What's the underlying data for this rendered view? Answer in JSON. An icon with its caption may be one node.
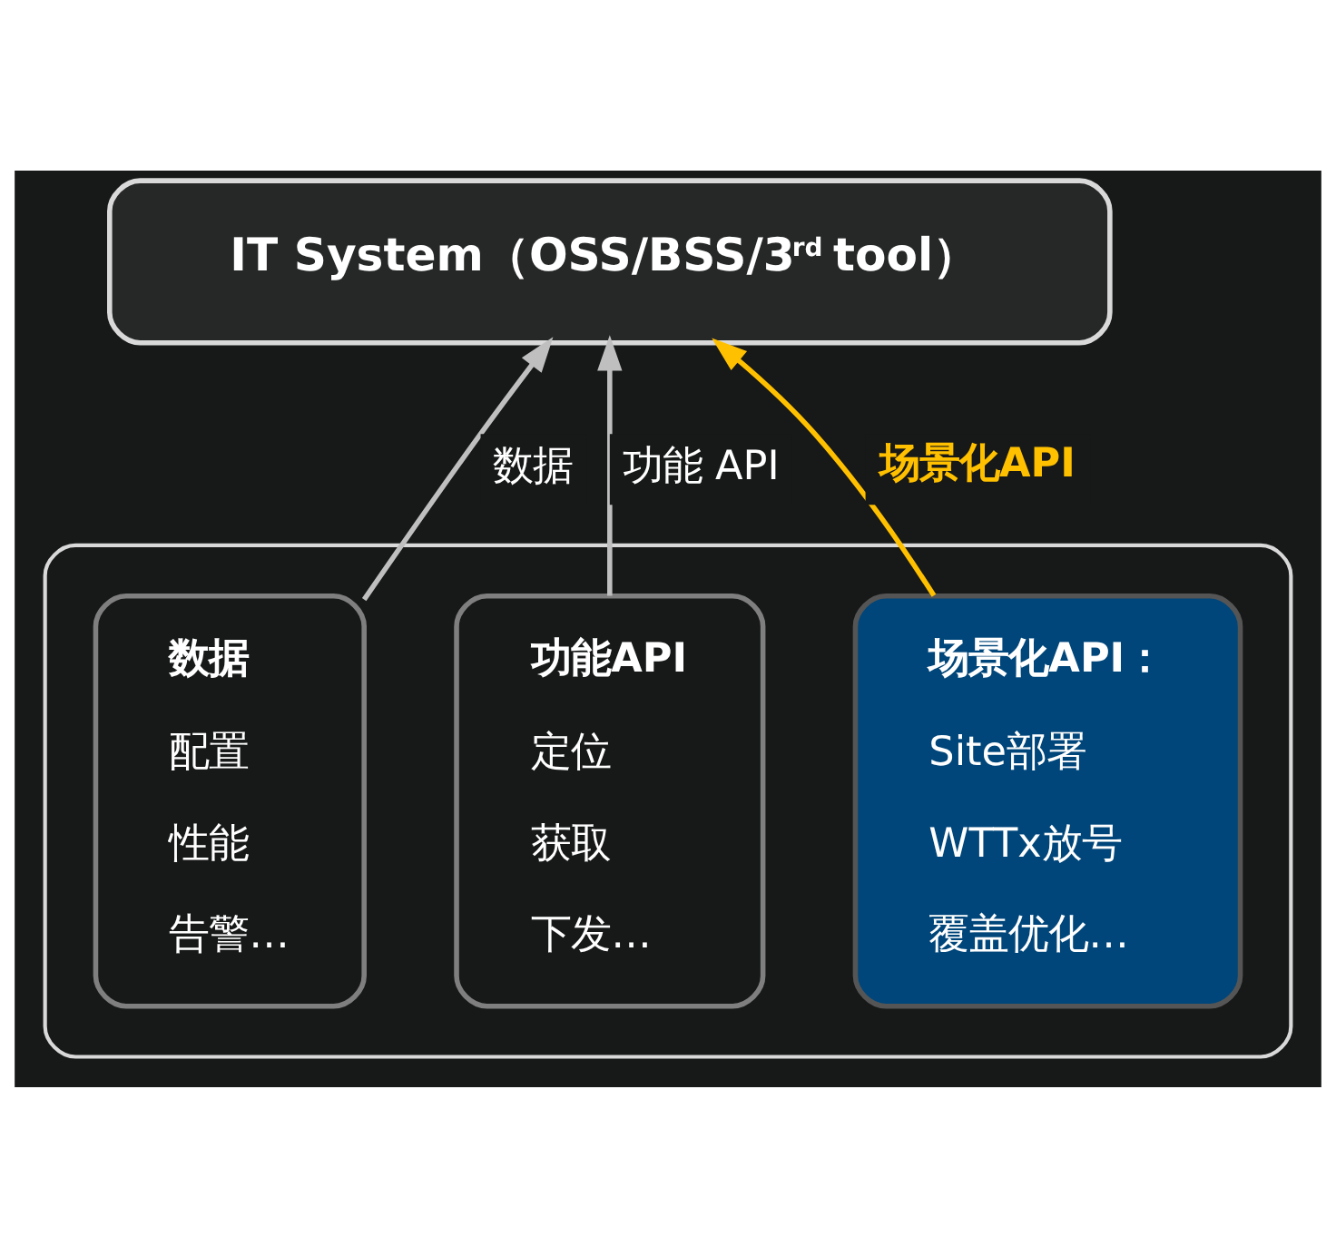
{
  "diagram": {
    "nodes": [
      {
        "text": [
          "IT System（OSS/BSS/3$^{rd}$ tool）"
        ]
      },
      {
        "text": [],
        "shape": "box"
      },
      {
        "text": [
          "数据",
          "配置",
          "性能",
          "告警…"
        ],
        "in": 1
      },
      {
        "text": [
          "功能API",
          "定位",
          "获取",
          "下发…"
        ],
        "in": 1
      },
      {
        "text": [
          "场景化API：",
          "Site部署",
          "WTTx放号",
          "覆盖优化…"
        ],
        "in": 1
      }
    ],
    "edges": [
      {
        "from": 2,
        "to": 0,
        "arrow": "to",
        "label": "数据"
      },
      {
        "from": 3,
        "to": 0,
        "arrow": "to",
        "label": "功能 API"
      },
      {
        "from": 4,
        "to": 0,
        "arrow": "to",
        "label": "场景化API",
        "color": "#ffc000"
      }
    ]
  }
}
